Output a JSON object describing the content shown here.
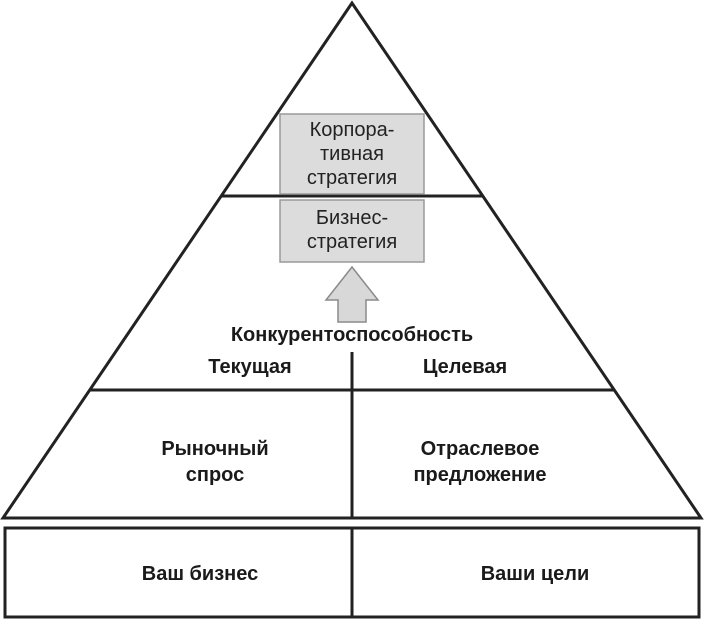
{
  "colors": {
    "stroke": "#222222",
    "box_fill": "#dcdcdc",
    "box_stroke": "#9a9a9a",
    "arrow_fill": "#d8d8d8",
    "arrow_stroke": "#8a8a8a",
    "text": "#1a1a1a"
  },
  "pyramid": {
    "corporate_strategy": [
      "Корпора-",
      "тивная",
      "стратегия"
    ],
    "business_strategy": [
      "Бизнес-",
      "стратегия"
    ],
    "competitiveness": {
      "title": "Конкурентоспособность",
      "current": "Текущая",
      "target": "Целевая"
    },
    "market_demand": [
      "Рыночный",
      "спрос"
    ],
    "industry_supply": [
      "Отраслевое",
      "предложение"
    ]
  },
  "base": {
    "left": "Ваш бизнес",
    "right": "Ваши цели"
  }
}
